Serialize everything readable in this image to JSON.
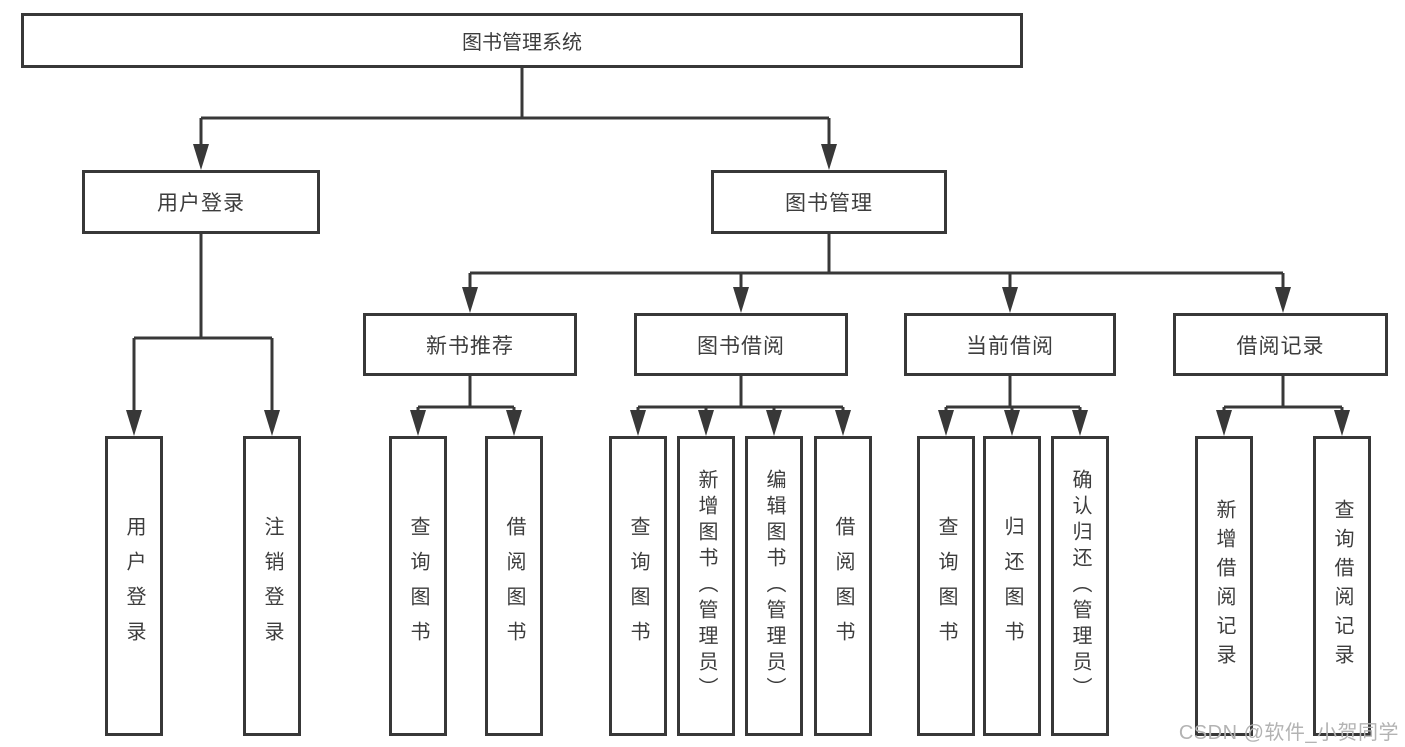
{
  "diagram": {
    "title": "图书管理系统",
    "level1": {
      "user_login": "用户登录",
      "book_mgmt": "图书管理"
    },
    "level2": {
      "new_book_rec": "新书推荐",
      "book_borrow": "图书借阅",
      "current_borrow": "当前借阅",
      "borrow_records": "借阅记录"
    },
    "leaves": {
      "user_login_children": [
        "用户登录",
        "注销登录"
      ],
      "new_book_rec_children": [
        "查询图书",
        "借阅图书"
      ],
      "book_borrow_children": [
        "查询图书",
        "新增图书（管理员）",
        "编辑图书（管理员）",
        "借阅图书"
      ],
      "current_borrow_children": [
        "查询图书",
        "归还图书",
        "确认归还（管理员）"
      ],
      "borrow_records_children": [
        "新增借阅记录",
        "查询借阅记录"
      ]
    }
  },
  "watermark": "CSDN @软件_小贺同学",
  "colors": {
    "line": "#383838",
    "text": "#3d3d3d",
    "watermark": "#b3b3b3",
    "background": "#ffffff"
  }
}
